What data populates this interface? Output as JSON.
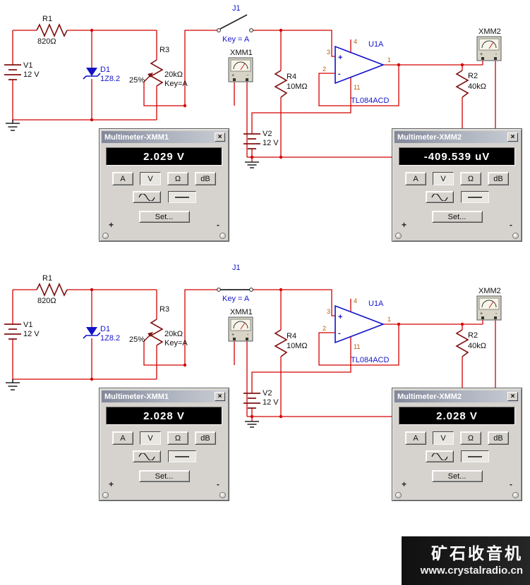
{
  "circuit_top": {
    "r1_ref": "R1",
    "r1_val": "820Ω",
    "v1_ref": "V1",
    "v1_val": "12 V",
    "d1_ref": "D1",
    "d1_val": "1Z8.2",
    "r3_ref": "R3",
    "r3_val": "20kΩ",
    "r3_key": "Key=A",
    "r3_pct": "25%",
    "j1_ref": "J1",
    "j1_key": "Key = A",
    "j1_state": "open",
    "xmm1_ref": "XMM1",
    "xmm2_ref": "XMM2",
    "r4_ref": "R4",
    "r4_val": "10MΩ",
    "u1_ref": "U1A",
    "u1_part": "TL084ACD",
    "pin_noninv": "3",
    "pin_inv": "2",
    "pin_vcc": "4",
    "pin_vee": "11",
    "pin_out": "1",
    "plus_sign": "+",
    "minus_sign": "-",
    "v2_ref": "V2",
    "v2_val": "12 V",
    "r2_ref": "R2",
    "r2_val": "40kΩ"
  },
  "circuit_bottom": {
    "r1_ref": "R1",
    "r1_val": "820Ω",
    "v1_ref": "V1",
    "v1_val": "12 V",
    "d1_ref": "D1",
    "d1_val": "1Z8.2",
    "r3_ref": "R3",
    "r3_val": "20kΩ",
    "r3_key": "Key=A",
    "r3_pct": "25%",
    "j1_ref": "J1",
    "j1_key": "Key = A",
    "j1_state": "closed",
    "xmm1_ref": "XMM1",
    "xmm2_ref": "XMM2",
    "r4_ref": "R4",
    "r4_val": "10MΩ",
    "u1_ref": "U1A",
    "u1_part": "TL084ACD",
    "pin_noninv": "3",
    "pin_inv": "2",
    "pin_vcc": "4",
    "pin_vee": "11",
    "pin_out": "1",
    "plus_sign": "+",
    "minus_sign": "-",
    "v2_ref": "V2",
    "v2_val": "12 V",
    "r2_ref": "R2",
    "r2_val": "40kΩ"
  },
  "meters": [
    {
      "title": "Multimeter-XMM1",
      "reading": "2.029 V"
    },
    {
      "title": "Multimeter-XMM2",
      "reading": "-409.539 uV"
    },
    {
      "title": "Multimeter-XMM1",
      "reading": "2.028 V"
    },
    {
      "title": "Multimeter-XMM2",
      "reading": "2.028 V"
    }
  ],
  "meter_controls": {
    "current": "A",
    "voltage": "V",
    "resistance": "Ω",
    "decibel": "dB",
    "set_label": "Set...",
    "plus": "+",
    "minus": "-",
    "close": "×"
  },
  "watermark": {
    "title": "矿石收音机",
    "url": "www.crystalradio.cn"
  }
}
